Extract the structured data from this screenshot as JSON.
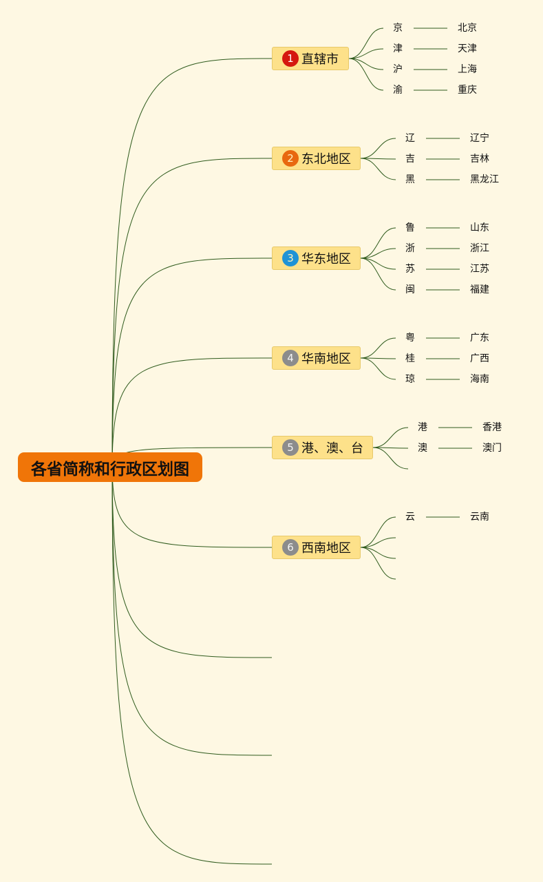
{
  "root": {
    "title": "各省简称和行政区划图"
  },
  "categories": [
    {
      "id": "c1",
      "number": "1",
      "label": "直辖市",
      "badge_color": "#d5180f",
      "badge_text_color": "#ffffff",
      "items": [
        {
          "abbr": "京",
          "full": "北京"
        },
        {
          "abbr": "津",
          "full": "天津"
        },
        {
          "abbr": "沪",
          "full": "上海"
        },
        {
          "abbr": "渝",
          "full": "重庆"
        }
      ]
    },
    {
      "id": "c2",
      "number": "2",
      "label": "东北地区",
      "badge_color": "#e8680f",
      "badge_text_color": "#fff3c0",
      "items": [
        {
          "abbr": "辽",
          "full": "辽宁"
        },
        {
          "abbr": "吉",
          "full": "吉林"
        },
        {
          "abbr": "黑",
          "full": "黑龙江"
        }
      ]
    },
    {
      "id": "c3",
      "number": "3",
      "label": "华东地区",
      "badge_color": "#1f93d6",
      "badge_text_color": "#fff3c0",
      "items": [
        {
          "abbr": "鲁",
          "full": "山东"
        },
        {
          "abbr": "浙",
          "full": "浙江"
        },
        {
          "abbr": "苏",
          "full": "江苏"
        },
        {
          "abbr": "闽",
          "full": "福建"
        }
      ]
    },
    {
      "id": "c4",
      "number": "4",
      "label": "华南地区",
      "badge_color": "#8c8c8c",
      "badge_text_color": "#f4f4f4",
      "items": [
        {
          "abbr": "粤",
          "full": "广东"
        },
        {
          "abbr": "桂",
          "full": "广西"
        },
        {
          "abbr": "琼",
          "full": "海南"
        }
      ]
    },
    {
      "id": "c5",
      "number": "5",
      "label": "港、澳、台",
      "badge_color": "#8c8c8c",
      "badge_text_color": "#f4f4f4",
      "items": [
        {
          "abbr": "港",
          "full": "香港"
        },
        {
          "abbr": "澳",
          "full": "澳门"
        }
      ]
    },
    {
      "id": "c6",
      "number": "6",
      "label": "西南地区",
      "badge_color": "#8c8c8c",
      "badge_text_color": "#f4f4f4",
      "items": [
        {
          "abbr": "云",
          "full": "云南"
        }
      ]
    }
  ],
  "colors": {
    "background": "#fef8e3",
    "root": "#f07508",
    "category": "#fde18a",
    "connector": "#2e5a1c"
  }
}
